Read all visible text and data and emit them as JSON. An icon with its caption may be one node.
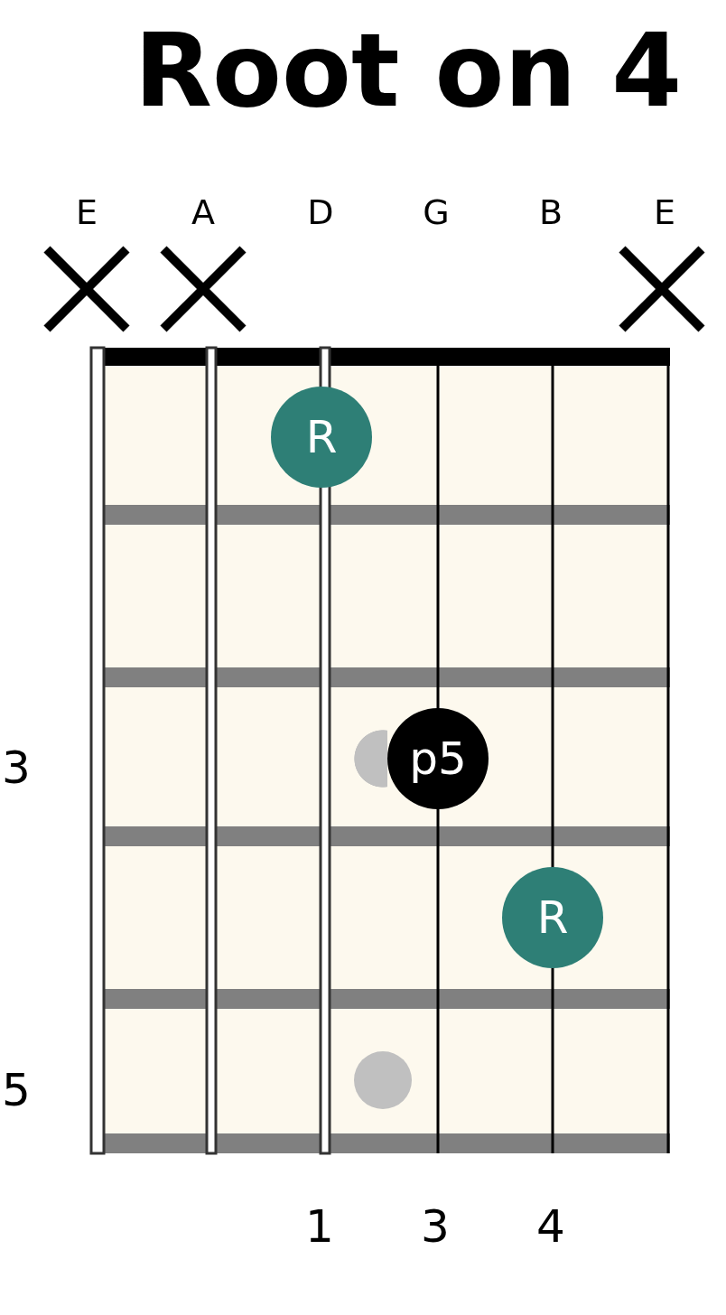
{
  "diagram": {
    "title": "Root on 4",
    "nodes": [
      {
        "text": [
          "R"
        ]
      },
      {
        "text": [],
        "shape": "circle"
      },
      {
        "text": [
          "p5"
        ]
      },
      {
        "text": [
          "R"
        ]
      },
      {
        "text": [],
        "shape": "circle"
      }
    ],
    "labels": [
      "E",
      "A",
      "D",
      "G",
      "B",
      "E",
      "3",
      "5",
      "1",
      "3",
      "4"
    ]
  }
}
